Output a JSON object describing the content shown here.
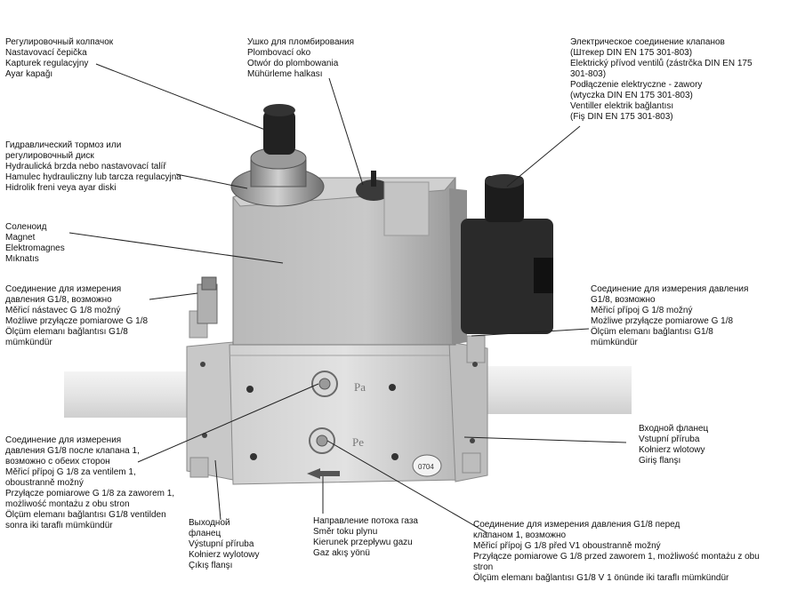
{
  "labels": {
    "adjusting_cap": [
      "Регулировочный колпачок",
      "Nastavovací čepička",
      "Kapturek regulacyjny",
      "Ayar kapağı"
    ],
    "seal_eyelet": [
      "Ушко для пломбирования",
      "Plombovací oko",
      "Otwór do plombowania",
      "Mühürleme halkası"
    ],
    "electrical_connection": [
      "Электрическое соединение клапанов",
      "(Штекер DIN EN 175 301-803)",
      "Elektrický přívod ventilů (zástrčka DIN EN 175",
      "301-803)",
      "Podłączenie elektryczne - zawory",
      "(wtyczka DIN EN 175 301-803)",
      "Ventiller elektrik bağlantısı",
      "(Fiş DIN EN 175 301-803)"
    ],
    "hydraulic_brake": [
      "Гидравлический тормоз или",
      "регулировочный диск",
      "Hydraulická brzda nebo nastavovací talíř",
      "Hamulec hydrauliczny lub tarcza regulacyjna",
      "Hidrolik freni veya ayar diski"
    ],
    "solenoid": [
      "Соленоид",
      "Magnet",
      "Elektromagnes",
      "Mıknatıs"
    ],
    "pressure_left": [
      "Соединение для измерения",
      "давления G1/8, возможно",
      "Měřicí nástavec G 1/8 možný",
      "Możliwe przyłącze pomiarowe G 1/8",
      "Ölçüm elemanı bağlantısı G1/8",
      "mümkündür"
    ],
    "pressure_right": [
      "Соединение для измерения давления",
      "G1/8, возможно",
      "Měřicí přípoj G 1/8 možný",
      "Możliwe przyłącze pomiarowe G 1/8",
      "Ölçüm elemanı bağlantısı G1/8",
      "mümkündür"
    ],
    "inlet_flange": [
      "Входной фланец",
      "Vstupní příruba",
      "Kołnierz wlotowy",
      "Giriş flanşı"
    ],
    "pressure_after_valve": [
      "Соединение для измерения",
      "давления G1/8 после клапана 1,",
      "возможно с обеих сторон",
      "Měřicí přípoj G 1/8 za ventilem 1,",
      "oboustranně možný",
      "Przyłącze pomiarowe G 1/8 za zaworem 1,",
      "możliwość montażu z obu stron",
      "Ölçüm elemanı bağlantısı G1/8 ventilden",
      "sonra iki taraflı mümkündür"
    ],
    "outlet_flange": [
      "Выходной",
      "фланец",
      "Výstupní příruba",
      "Kołnierz wylotowy",
      "Çıkış flanşı"
    ],
    "flow_direction": [
      "Направление потока газа",
      "Směr toku plynu",
      "Kierunek przepływu gazu",
      "Gaz akış yönü"
    ],
    "pressure_before_valve": [
      "Соединение для измерения давления G1/8 перед",
      "клапаном 1, возможно",
      "Měřicí přípoj G 1/8 před V1 oboustranně možný",
      "Przyłącze pomiarowe G 1/8 przed zaworem 1, możliwość montażu z obu",
      "stron",
      "Ölçüm elemanı bağlantısı G1/8 V 1 önünde iki taraflı mümkündür"
    ]
  },
  "port_markings": {
    "pa": "Pa",
    "pe": "Pe",
    "serial": "0704"
  }
}
